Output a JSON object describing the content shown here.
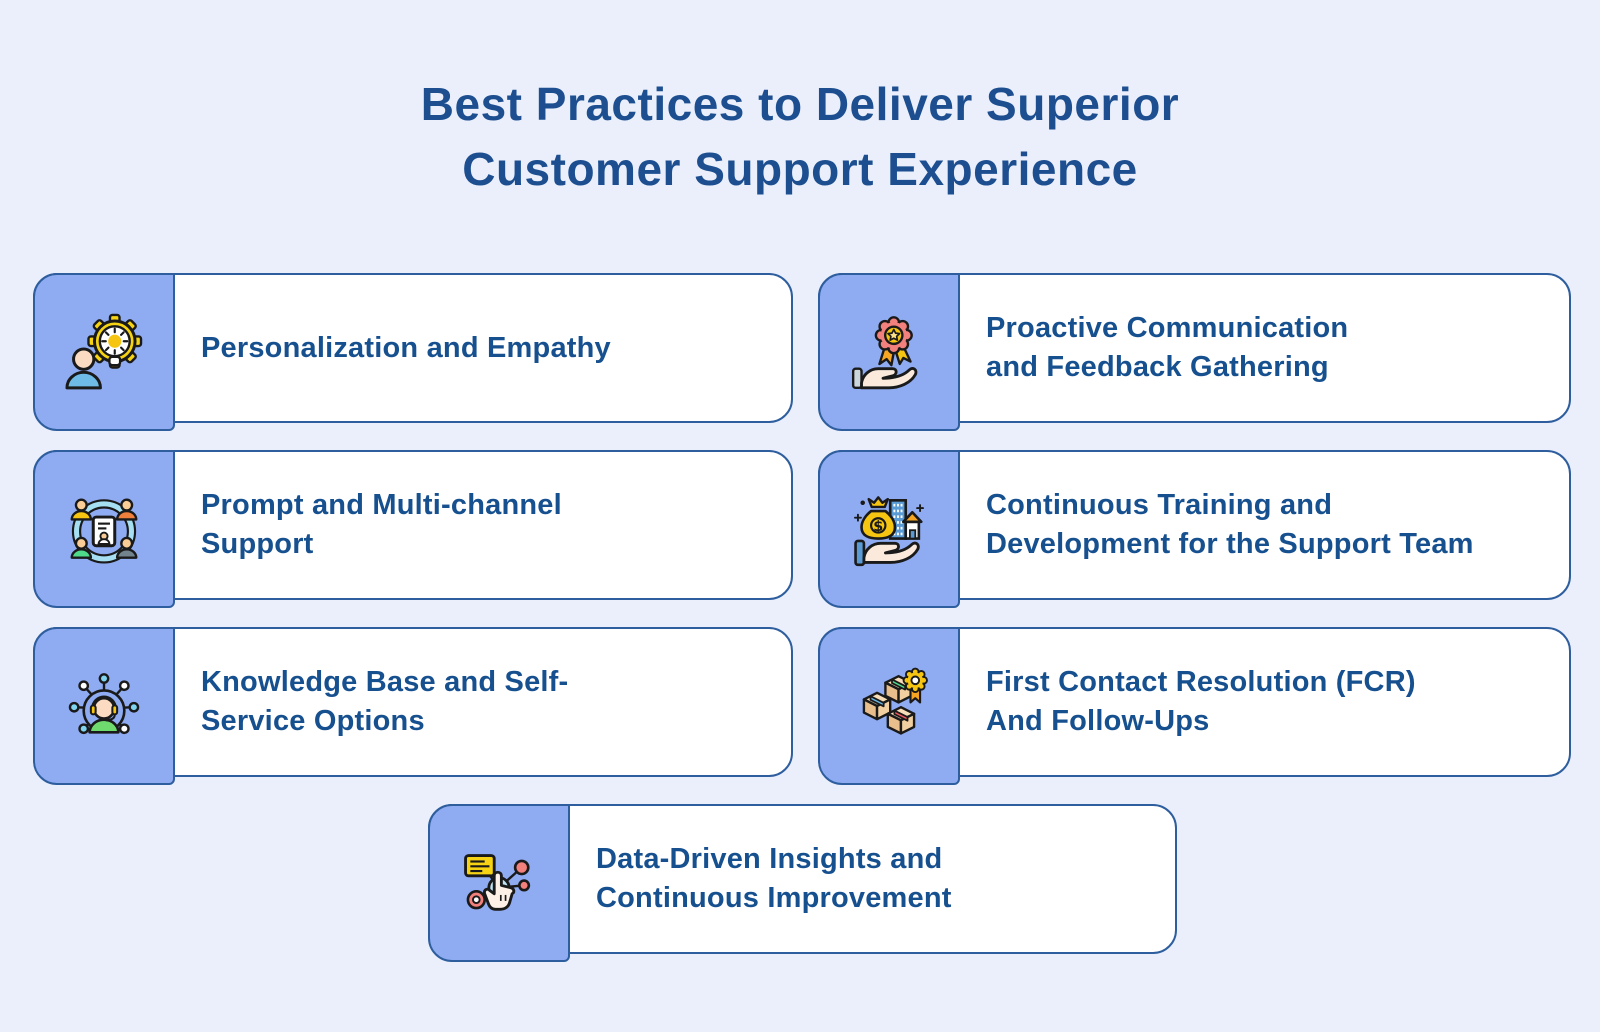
{
  "colors": {
    "page_background": "#EAEFFB",
    "card_background": "#FFFFFF",
    "icon_panel": "#8FACF2",
    "card_border": "#2E5E9E",
    "card_text": "#17508F",
    "title_text": "#1C4E90"
  },
  "title": {
    "line1": "Best Practices to Deliver Superior",
    "line2": "Customer Support Experience"
  },
  "cards": [
    {
      "icon": "person-idea-icon",
      "lines": [
        "Personalization and Empathy"
      ]
    },
    {
      "icon": "award-in-hand-icon",
      "lines": [
        "Proactive Communication",
        "and Feedback Gathering"
      ]
    },
    {
      "icon": "team-circle-icon",
      "lines": [
        "Prompt and Multi-channel",
        "Support"
      ]
    },
    {
      "icon": "investment-in-hand-icon",
      "lines": [
        "Continuous Training and",
        "Development for the Support Team"
      ]
    },
    {
      "icon": "support-agent-network-icon",
      "lines": [
        "Knowledge Base and Self-",
        "Service Options"
      ]
    },
    {
      "icon": "boxes-award-icon",
      "lines": [
        "First Contact Resolution (FCR)",
        "And Follow-Ups"
      ]
    },
    {
      "icon": "data-click-icon",
      "lines": [
        "Data-Driven Insights and",
        "Continuous Improvement"
      ]
    }
  ]
}
